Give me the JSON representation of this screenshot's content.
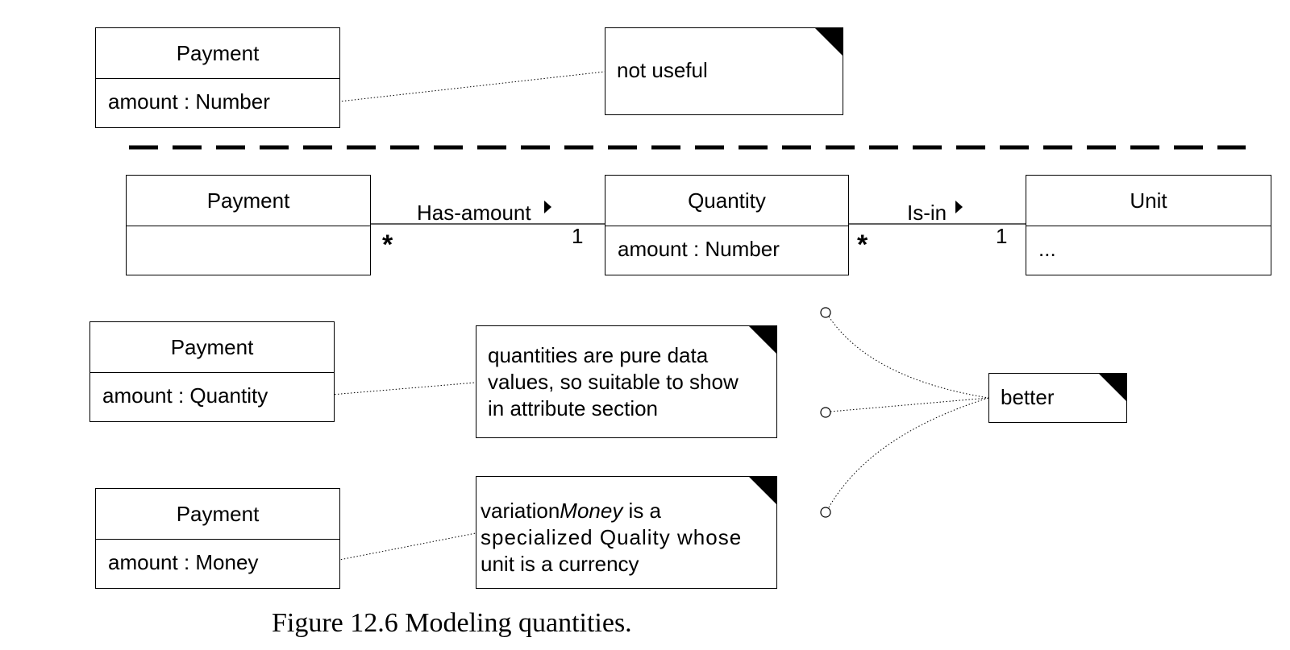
{
  "diagram": {
    "top": {
      "class_name": "Payment",
      "attribute": "amount : Number",
      "note": "not useful"
    },
    "middle": {
      "payment": {
        "name": "Payment",
        "attribute": ""
      },
      "quantity": {
        "name": "Quantity",
        "attribute": "amount : Number"
      },
      "unit": {
        "name": "Unit",
        "attribute": "..."
      },
      "assoc1": {
        "label": "Has-amount",
        "left_mult": "*",
        "right_mult": "1"
      },
      "assoc2": {
        "label": "Is-in",
        "left_mult": "*",
        "right_mult": "1"
      }
    },
    "option2": {
      "class_name": "Payment",
      "attribute": "amount : Quantity",
      "note_lines": [
        "quantities are pure data",
        "values, so suitable to show",
        "in attribute section"
      ]
    },
    "option3": {
      "class_name": "Payment",
      "attribute": "amount : Money",
      "note_line1_prefix": "variation",
      "note_line1_italic": "Money",
      "note_line1_suffix": " is a",
      "note_line2": "specialized Quality whose",
      "note_line3": "unit is a currency"
    },
    "better_note": "better"
  },
  "caption": "Figure 12.6 Modeling quantities."
}
